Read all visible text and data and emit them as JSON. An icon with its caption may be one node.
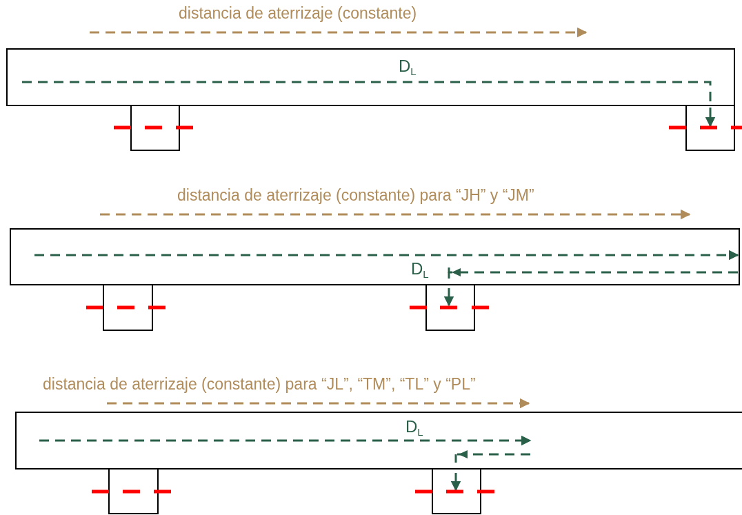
{
  "diagram": {
    "nodes": [
      {
        "text": [
          "D$_{L}$"
        ]
      },
      {
        "text": [],
        "shape": "box"
      },
      {
        "text": [],
        "shape": "box"
      },
      {
        "text": [
          "D$_{L}$"
        ]
      },
      {
        "text": [],
        "shape": "box"
      },
      {
        "text": [],
        "shape": "box"
      },
      {
        "text": [
          "D$_{L}$"
        ]
      },
      {
        "text": [],
        "shape": "box"
      },
      {
        "text": [],
        "shape": "box"
      }
    ],
    "edges": [
      {
        "from": 0,
        "to": 2,
        "arrow": "to",
        "style": "dashed"
      },
      {
        "from": 3,
        "to": 5,
        "arrow": "to",
        "style": "dashed"
      },
      {
        "from": 6,
        "to": 8,
        "arrow": "to",
        "style": "dashed"
      }
    ],
    "labels": [
      "distancia de aterrizaje (constante)",
      "distancia de aterrizaje (constante) para “JH” y “JM”",
      "distancia de aterrizaje (constante) para “JL”, “TM”, “TL” y “PL”"
    ]
  }
}
